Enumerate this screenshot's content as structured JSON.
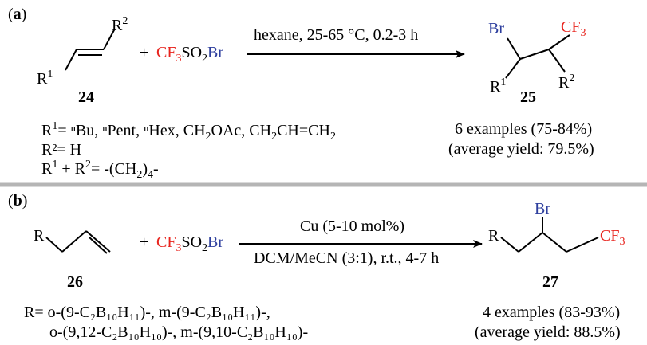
{
  "colors": {
    "red": "#e8231d",
    "blue": "#2e3f9e",
    "divider": "#b5b5b5"
  },
  "panel_a": {
    "label": "a",
    "reactant_r2": "2",
    "reactant_r1": "1",
    "reactant_number": "24",
    "plus": "+",
    "reagent_red": "CF",
    "reagent_red_sub": "3",
    "reagent_blue_so": "SO",
    "reagent_blue_sub": "2",
    "reagent_br": "Br",
    "condition": "hexane, 25-65 °C, 0.2-3 h",
    "product_br": "Br",
    "product_cf": "CF",
    "product_cf_sub": "3",
    "product_r1_sup": "1",
    "product_r2_sup": "2",
    "product_number": "25",
    "sub_line1_pre": "R",
    "sub_line1_sup": "1",
    "sub_line1_text": "= ⁿBu, ⁿPent, ⁿHex, CH",
    "sub_line1_sub": "2",
    "sub_line1_rest": "OAc, CH",
    "sub_line1_sub2": "2",
    "sub_line1_rest2": "CH=CH",
    "sub_line1_sub3": "2",
    "sub_line2": "R²= H",
    "sub_line3_a": "R",
    "sub_line3_sup1": "1",
    "sub_line3_b": " + R",
    "sub_line3_sup2": "2",
    "sub_line3_c": "= -(CH",
    "sub_line3_sub": "2",
    "sub_line3_d": ")",
    "sub_line3_sub2": "4",
    "sub_line3_e": "-",
    "summary1": "6 examples (75-84%)",
    "summary2": "(average yield: 79.5%)"
  },
  "panel_b": {
    "label": "b",
    "reactant_r": "R",
    "reactant_number": "26",
    "plus": "+",
    "condition1": "Cu (5-10 mol%)",
    "condition2": "DCM/MeCN (3:1), r.t., 4-7 h",
    "product_r": "R",
    "product_br": "Br",
    "product_cf": "CF",
    "product_cf_sub": "3",
    "product_number": "27",
    "r_line1": "R= o-(9-C₂B₁₀H₁₁)-, m-(9-C₂B₁₀H₁₁)-,",
    "r_line2": "o-(9,12-C₂B₁₀H₁₀)-, m-(9,10-C₂B₁₀H₁₀)-",
    "summary1": "4 examples (83-93%)",
    "summary2": "(average yield: 88.5%)"
  }
}
